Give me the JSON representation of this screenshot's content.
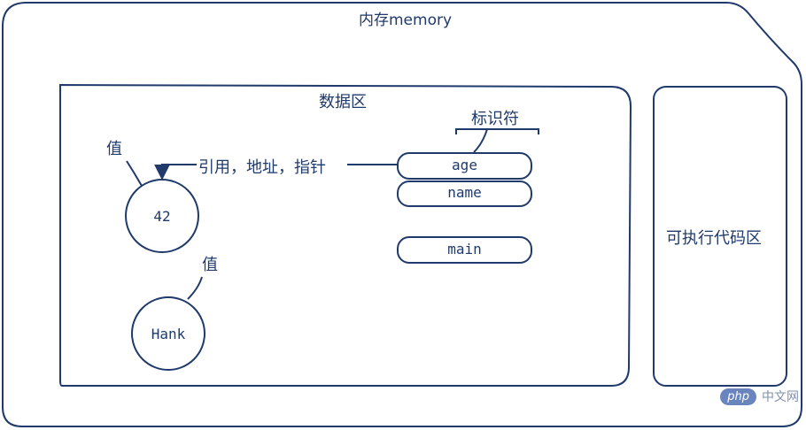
{
  "memory": {
    "title": "内存memory"
  },
  "data_area": {
    "title": "数据区"
  },
  "code_area": {
    "title": "可执行代码区"
  },
  "identifiers": {
    "title": "标识符",
    "items": [
      "age",
      "name",
      "main"
    ]
  },
  "values": {
    "value_label_1": "值",
    "value_label_2": "值",
    "circle_1": "42",
    "circle_2": "Hank"
  },
  "reference": {
    "label": "引用，地址，指针"
  },
  "watermark": {
    "badge": "php",
    "text": "中文网"
  },
  "colors": {
    "ink": "#1f3a6b"
  }
}
